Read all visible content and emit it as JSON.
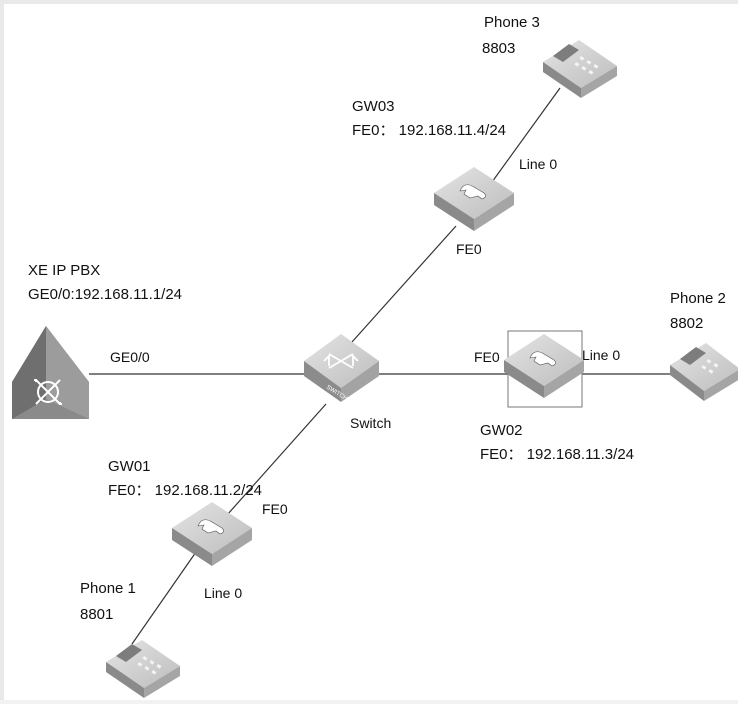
{
  "pbx": {
    "name": "XE IP PBX",
    "address": "GE0/0:192.168.11.1/24",
    "port": "GE0/0"
  },
  "switch": {
    "label": "Switch",
    "icon_text": "SWITCH"
  },
  "gw01": {
    "name": "GW01",
    "address": "FE0： 192.168.11.2/24",
    "fe_port": "FE0",
    "line_port": "Line 0"
  },
  "gw02": {
    "name": "GW02",
    "address": "FE0： 192.168.11.3/24",
    "fe_port": "FE0",
    "line_port": "Line 0"
  },
  "gw03": {
    "name": "GW03",
    "address": "FE0： 192.168.11.4/24",
    "fe_port": "FE0",
    "line_port": "Line 0"
  },
  "phone1": {
    "name": "Phone 1",
    "ext": "8801"
  },
  "phone2": {
    "name": "Phone 2",
    "ext": "8802"
  },
  "phone3": {
    "name": "Phone 3",
    "ext": "8803"
  },
  "colors": {
    "device_top": "#d6d6d6",
    "device_side": "#8f8f8f",
    "device_front": "#a8a8a8",
    "link": "#333333"
  }
}
